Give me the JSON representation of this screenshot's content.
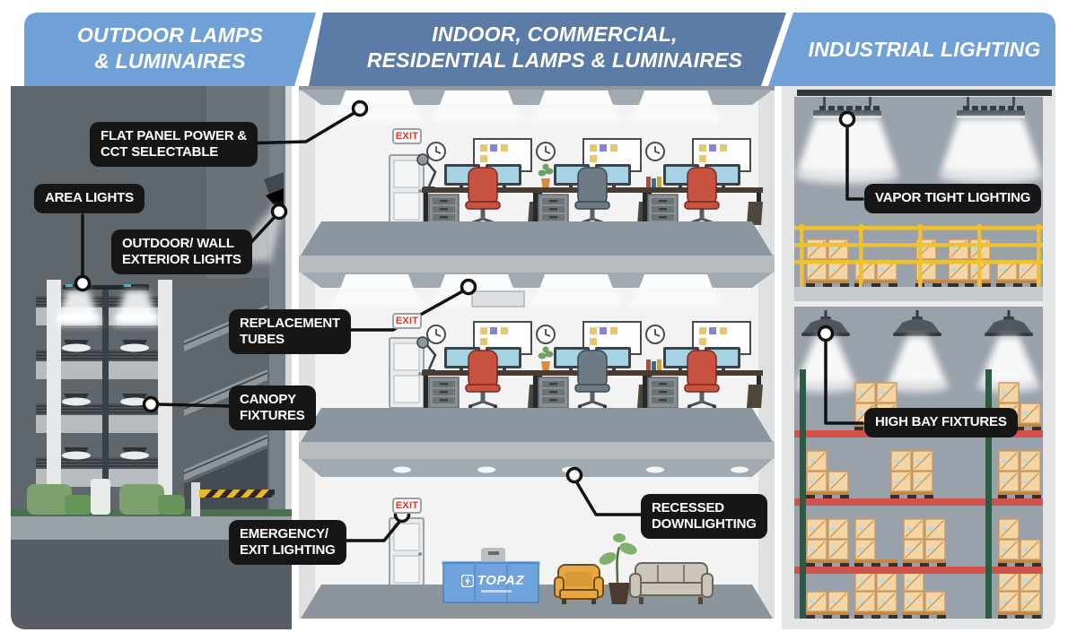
{
  "header": {
    "left": {
      "line1": "OUTDOOR LAMPS",
      "line2": "& LUMINAIRES"
    },
    "middle": {
      "line1": "INDOOR, COMMERCIAL,",
      "line2": "RESIDENTIAL LAMPS & LUMINAIRES"
    },
    "right": {
      "line1": "INDUSTRIAL LIGHTING"
    }
  },
  "labels": {
    "flat_panel": {
      "line1": "FLAT PANEL POWER &",
      "line2": "CCT SELECTABLE"
    },
    "area_lights": {
      "line1": "AREA LIGHTS"
    },
    "outdoor_wall": {
      "line1": "OUTDOOR/ WALL",
      "line2": "EXTERIOR LIGHTS"
    },
    "replacement": {
      "line1": "REPLACEMENT",
      "line2": "TUBES"
    },
    "canopy": {
      "line1": "CANOPY",
      "line2": "FIXTURES"
    },
    "emergency": {
      "line1": "EMERGENCY/",
      "line2": "EXIT LIGHTING"
    },
    "recessed": {
      "line1": "RECESSED",
      "line2": "DOWNLIGHTING"
    },
    "vapor_tight": {
      "line1": "VAPOR TIGHT LIGHTING"
    },
    "high_bay": {
      "line1": "HIGH BAY FIXTURES"
    }
  },
  "signs": {
    "exit": "EXIT"
  },
  "brand": {
    "name": "TOPAZ"
  },
  "colors": {
    "header_light_blue": "#6FA0D6",
    "header_slate_blue": "#5C7CA8",
    "callout_black": "#161616",
    "exit_red": "#D8372E",
    "reception_desk_blue": "#6FA3DC",
    "crate_tan": "#F3D6A8",
    "rack_beam_red": "#D2524B",
    "rack_post_green": "#2C5B43",
    "railing_yellow": "#F0C12F"
  }
}
